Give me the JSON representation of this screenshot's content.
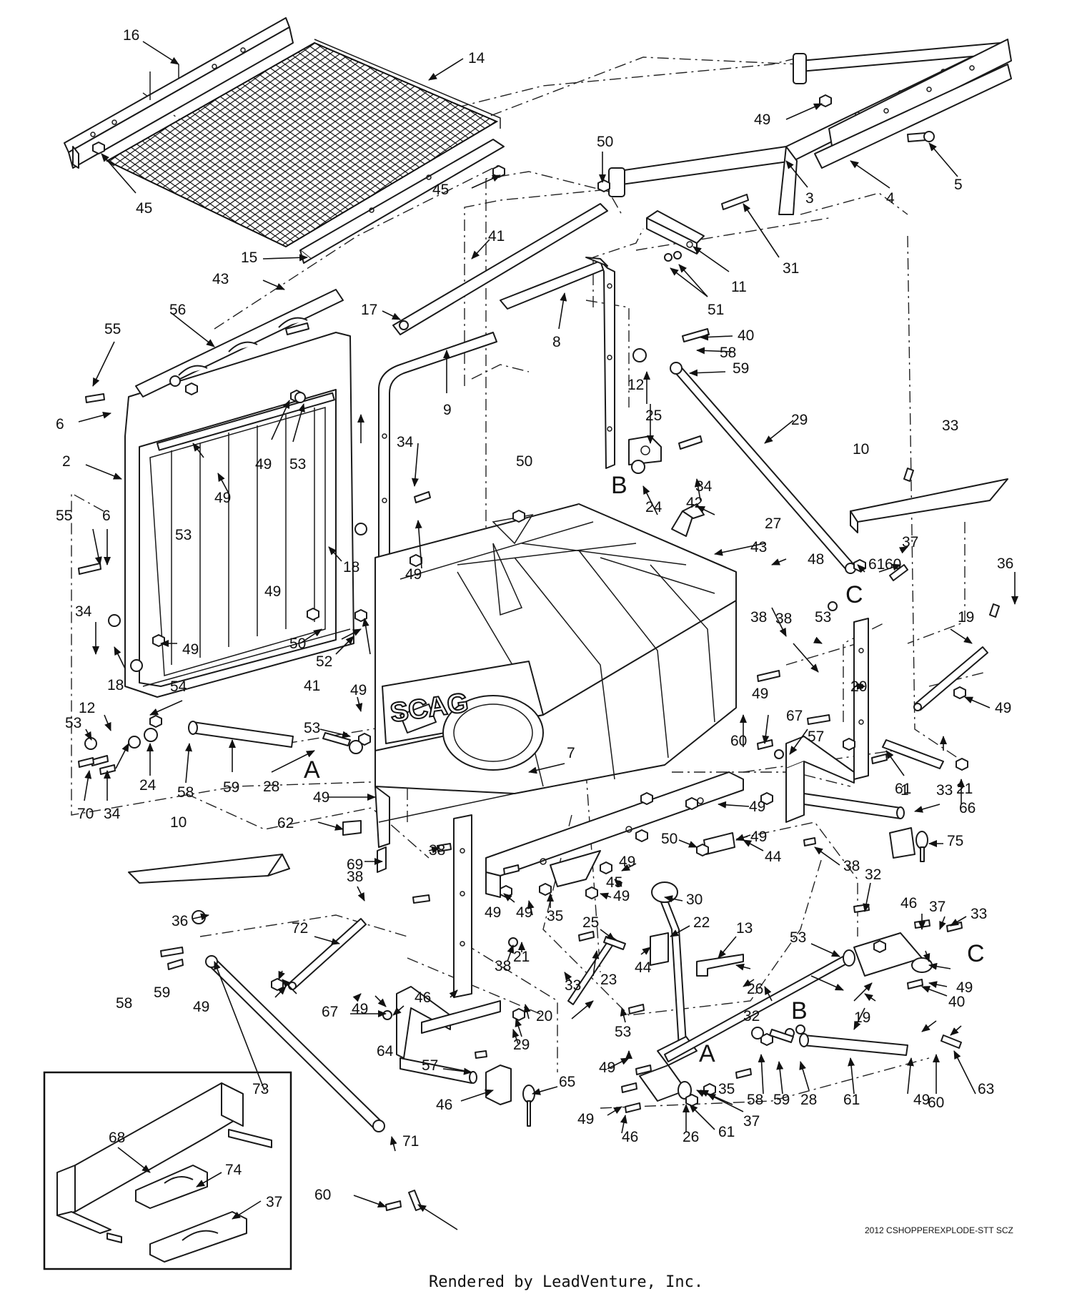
{
  "drawing": {
    "reference_code": "2012 CSHOPPEREXPLODE-STT SCZ",
    "footer": "Rendered by LeadVenture, Inc.",
    "brand_text": "SCAG"
  },
  "connection_marks": {
    "a": "A",
    "b": "B",
    "c": "C"
  },
  "callouts": [
    {
      "id": "c16",
      "text": "16"
    },
    {
      "id": "c14",
      "text": "14"
    },
    {
      "id": "c45a",
      "text": "45"
    },
    {
      "id": "c45b",
      "text": "45"
    },
    {
      "id": "c15",
      "text": "15"
    },
    {
      "id": "c50a",
      "text": "50"
    },
    {
      "id": "c41a",
      "text": "41"
    },
    {
      "id": "c49a",
      "text": "49"
    },
    {
      "id": "c3",
      "text": "3"
    },
    {
      "id": "c4",
      "text": "4"
    },
    {
      "id": "c5",
      "text": "5"
    },
    {
      "id": "c31",
      "text": "31"
    },
    {
      "id": "c11",
      "text": "11"
    },
    {
      "id": "c51",
      "text": "51"
    },
    {
      "id": "c43a",
      "text": "43"
    },
    {
      "id": "c56",
      "text": "56"
    },
    {
      "id": "c17",
      "text": "17"
    },
    {
      "id": "c8",
      "text": "8"
    },
    {
      "id": "c9",
      "text": "9"
    },
    {
      "id": "c40a",
      "text": "40"
    },
    {
      "id": "c58a",
      "text": "58"
    },
    {
      "id": "c59a",
      "text": "59"
    },
    {
      "id": "c55a",
      "text": "55"
    },
    {
      "id": "c6a",
      "text": "6"
    },
    {
      "id": "c2",
      "text": "2"
    },
    {
      "id": "c49b",
      "text": "49"
    },
    {
      "id": "c53a",
      "text": "53"
    },
    {
      "id": "c49c",
      "text": "49"
    },
    {
      "id": "c53b",
      "text": "53"
    },
    {
      "id": "c12a",
      "text": "12"
    },
    {
      "id": "c25a",
      "text": "25"
    },
    {
      "id": "c29a",
      "text": "29"
    },
    {
      "id": "c34a",
      "text": "34"
    },
    {
      "id": "c24a",
      "text": "24"
    },
    {
      "id": "c34b",
      "text": "34"
    },
    {
      "id": "c33a",
      "text": "33"
    },
    {
      "id": "c10a",
      "text": "10"
    },
    {
      "id": "c50b",
      "text": "50"
    },
    {
      "id": "c42",
      "text": "42"
    },
    {
      "id": "c27",
      "text": "27"
    },
    {
      "id": "c43b",
      "text": "43"
    },
    {
      "id": "c48",
      "text": "48"
    },
    {
      "id": "c55b",
      "text": "55"
    },
    {
      "id": "c6b",
      "text": "6"
    },
    {
      "id": "c49d",
      "text": "49"
    },
    {
      "id": "c18a",
      "text": "18"
    },
    {
      "id": "c49e",
      "text": "49"
    },
    {
      "id": "c61a",
      "text": "61"
    },
    {
      "id": "c60a",
      "text": "60"
    },
    {
      "id": "c37a",
      "text": "37"
    },
    {
      "id": "c36a",
      "text": "36"
    },
    {
      "id": "c38a",
      "text": "38"
    },
    {
      "id": "c38b",
      "text": "38"
    },
    {
      "id": "c53c",
      "text": "53"
    },
    {
      "id": "c19a",
      "text": "19"
    },
    {
      "id": "c34c",
      "text": "34"
    },
    {
      "id": "c18b",
      "text": "18"
    },
    {
      "id": "c49f",
      "text": "49"
    },
    {
      "id": "c50c",
      "text": "50"
    },
    {
      "id": "c52",
      "text": "52"
    },
    {
      "id": "c41b",
      "text": "41"
    },
    {
      "id": "c20a",
      "text": "20"
    },
    {
      "id": "c49g",
      "text": "49"
    },
    {
      "id": "c54",
      "text": "54"
    },
    {
      "id": "c12b",
      "text": "12"
    },
    {
      "id": "c49h",
      "text": "49"
    },
    {
      "id": "c53d",
      "text": "53"
    },
    {
      "id": "c49i",
      "text": "49"
    },
    {
      "id": "c67a",
      "text": "67"
    },
    {
      "id": "c53e",
      "text": "53"
    },
    {
      "id": "c60b",
      "text": "60"
    },
    {
      "id": "c7",
      "text": "7"
    },
    {
      "id": "c70",
      "text": "70"
    },
    {
      "id": "c34d",
      "text": "34"
    },
    {
      "id": "c24b",
      "text": "24"
    },
    {
      "id": "c58b",
      "text": "58"
    },
    {
      "id": "c59b",
      "text": "59"
    },
    {
      "id": "c28a",
      "text": "28"
    },
    {
      "id": "c61b",
      "text": "61"
    },
    {
      "id": "c33b",
      "text": "33"
    },
    {
      "id": "c21a",
      "text": "21"
    },
    {
      "id": "c49j",
      "text": "49"
    },
    {
      "id": "c1",
      "text": "1"
    },
    {
      "id": "c66",
      "text": "66"
    },
    {
      "id": "c49k",
      "text": "49"
    },
    {
      "id": "c10b",
      "text": "10"
    },
    {
      "id": "c62",
      "text": "62"
    },
    {
      "id": "c49l",
      "text": "49"
    },
    {
      "id": "c75",
      "text": "75"
    },
    {
      "id": "c57a",
      "text": "57"
    },
    {
      "id": "c38c",
      "text": "38"
    },
    {
      "id": "c69",
      "text": "69"
    },
    {
      "id": "c50d",
      "text": "50"
    },
    {
      "id": "c44a",
      "text": "44"
    },
    {
      "id": "c38d",
      "text": "38"
    },
    {
      "id": "c32a",
      "text": "32"
    },
    {
      "id": "c38e",
      "text": "38"
    },
    {
      "id": "c49m",
      "text": "49"
    },
    {
      "id": "c45c",
      "text": "45"
    },
    {
      "id": "c49n",
      "text": "49"
    },
    {
      "id": "c30",
      "text": "30"
    },
    {
      "id": "c49o",
      "text": "49"
    },
    {
      "id": "c49p",
      "text": "49"
    },
    {
      "id": "c35a",
      "text": "35"
    },
    {
      "id": "c46a",
      "text": "46"
    },
    {
      "id": "c37b",
      "text": "37"
    },
    {
      "id": "c33c",
      "text": "33"
    },
    {
      "id": "c25b",
      "text": "25"
    },
    {
      "id": "c36b",
      "text": "36"
    },
    {
      "id": "c72",
      "text": "72"
    },
    {
      "id": "c22",
      "text": "22"
    },
    {
      "id": "c13",
      "text": "13"
    },
    {
      "id": "c53f",
      "text": "53"
    },
    {
      "id": "c38f",
      "text": "38"
    },
    {
      "id": "c21b",
      "text": "21"
    },
    {
      "id": "c33d",
      "text": "33"
    },
    {
      "id": "c23",
      "text": "23"
    },
    {
      "id": "c44b",
      "text": "44"
    },
    {
      "id": "c26a",
      "text": "26"
    },
    {
      "id": "c49q",
      "text": "49"
    },
    {
      "id": "c40b",
      "text": "40"
    },
    {
      "id": "c58c",
      "text": "58"
    },
    {
      "id": "c59c",
      "text": "59"
    },
    {
      "id": "c49r",
      "text": "49"
    },
    {
      "id": "c20b",
      "text": "20"
    },
    {
      "id": "c46b",
      "text": "46"
    },
    {
      "id": "c19b",
      "text": "19"
    },
    {
      "id": "c67b",
      "text": "67"
    },
    {
      "id": "c49s",
      "text": "49"
    },
    {
      "id": "c32b",
      "text": "32"
    },
    {
      "id": "c53g",
      "text": "53"
    },
    {
      "id": "c64",
      "text": "64"
    },
    {
      "id": "c29b",
      "text": "29"
    },
    {
      "id": "c73",
      "text": "73"
    },
    {
      "id": "c49t",
      "text": "49"
    },
    {
      "id": "c58d",
      "text": "58"
    },
    {
      "id": "c59d",
      "text": "59"
    },
    {
      "id": "c28b",
      "text": "28"
    },
    {
      "id": "c61c",
      "text": "61"
    },
    {
      "id": "c49u",
      "text": "49"
    },
    {
      "id": "c60c",
      "text": "60"
    },
    {
      "id": "c63",
      "text": "63"
    },
    {
      "id": "c57b",
      "text": "57"
    },
    {
      "id": "c65",
      "text": "65"
    },
    {
      "id": "c46c",
      "text": "46"
    },
    {
      "id": "c35b",
      "text": "35"
    },
    {
      "id": "c49v",
      "text": "49"
    },
    {
      "id": "c37c",
      "text": "37"
    },
    {
      "id": "c46d",
      "text": "46"
    },
    {
      "id": "c26b",
      "text": "26"
    },
    {
      "id": "c61d",
      "text": "61"
    },
    {
      "id": "c71",
      "text": "71"
    },
    {
      "id": "c68",
      "text": "68"
    },
    {
      "id": "c74",
      "text": "74"
    },
    {
      "id": "c37d",
      "text": "37"
    },
    {
      "id": "c60d",
      "text": "60"
    }
  ]
}
